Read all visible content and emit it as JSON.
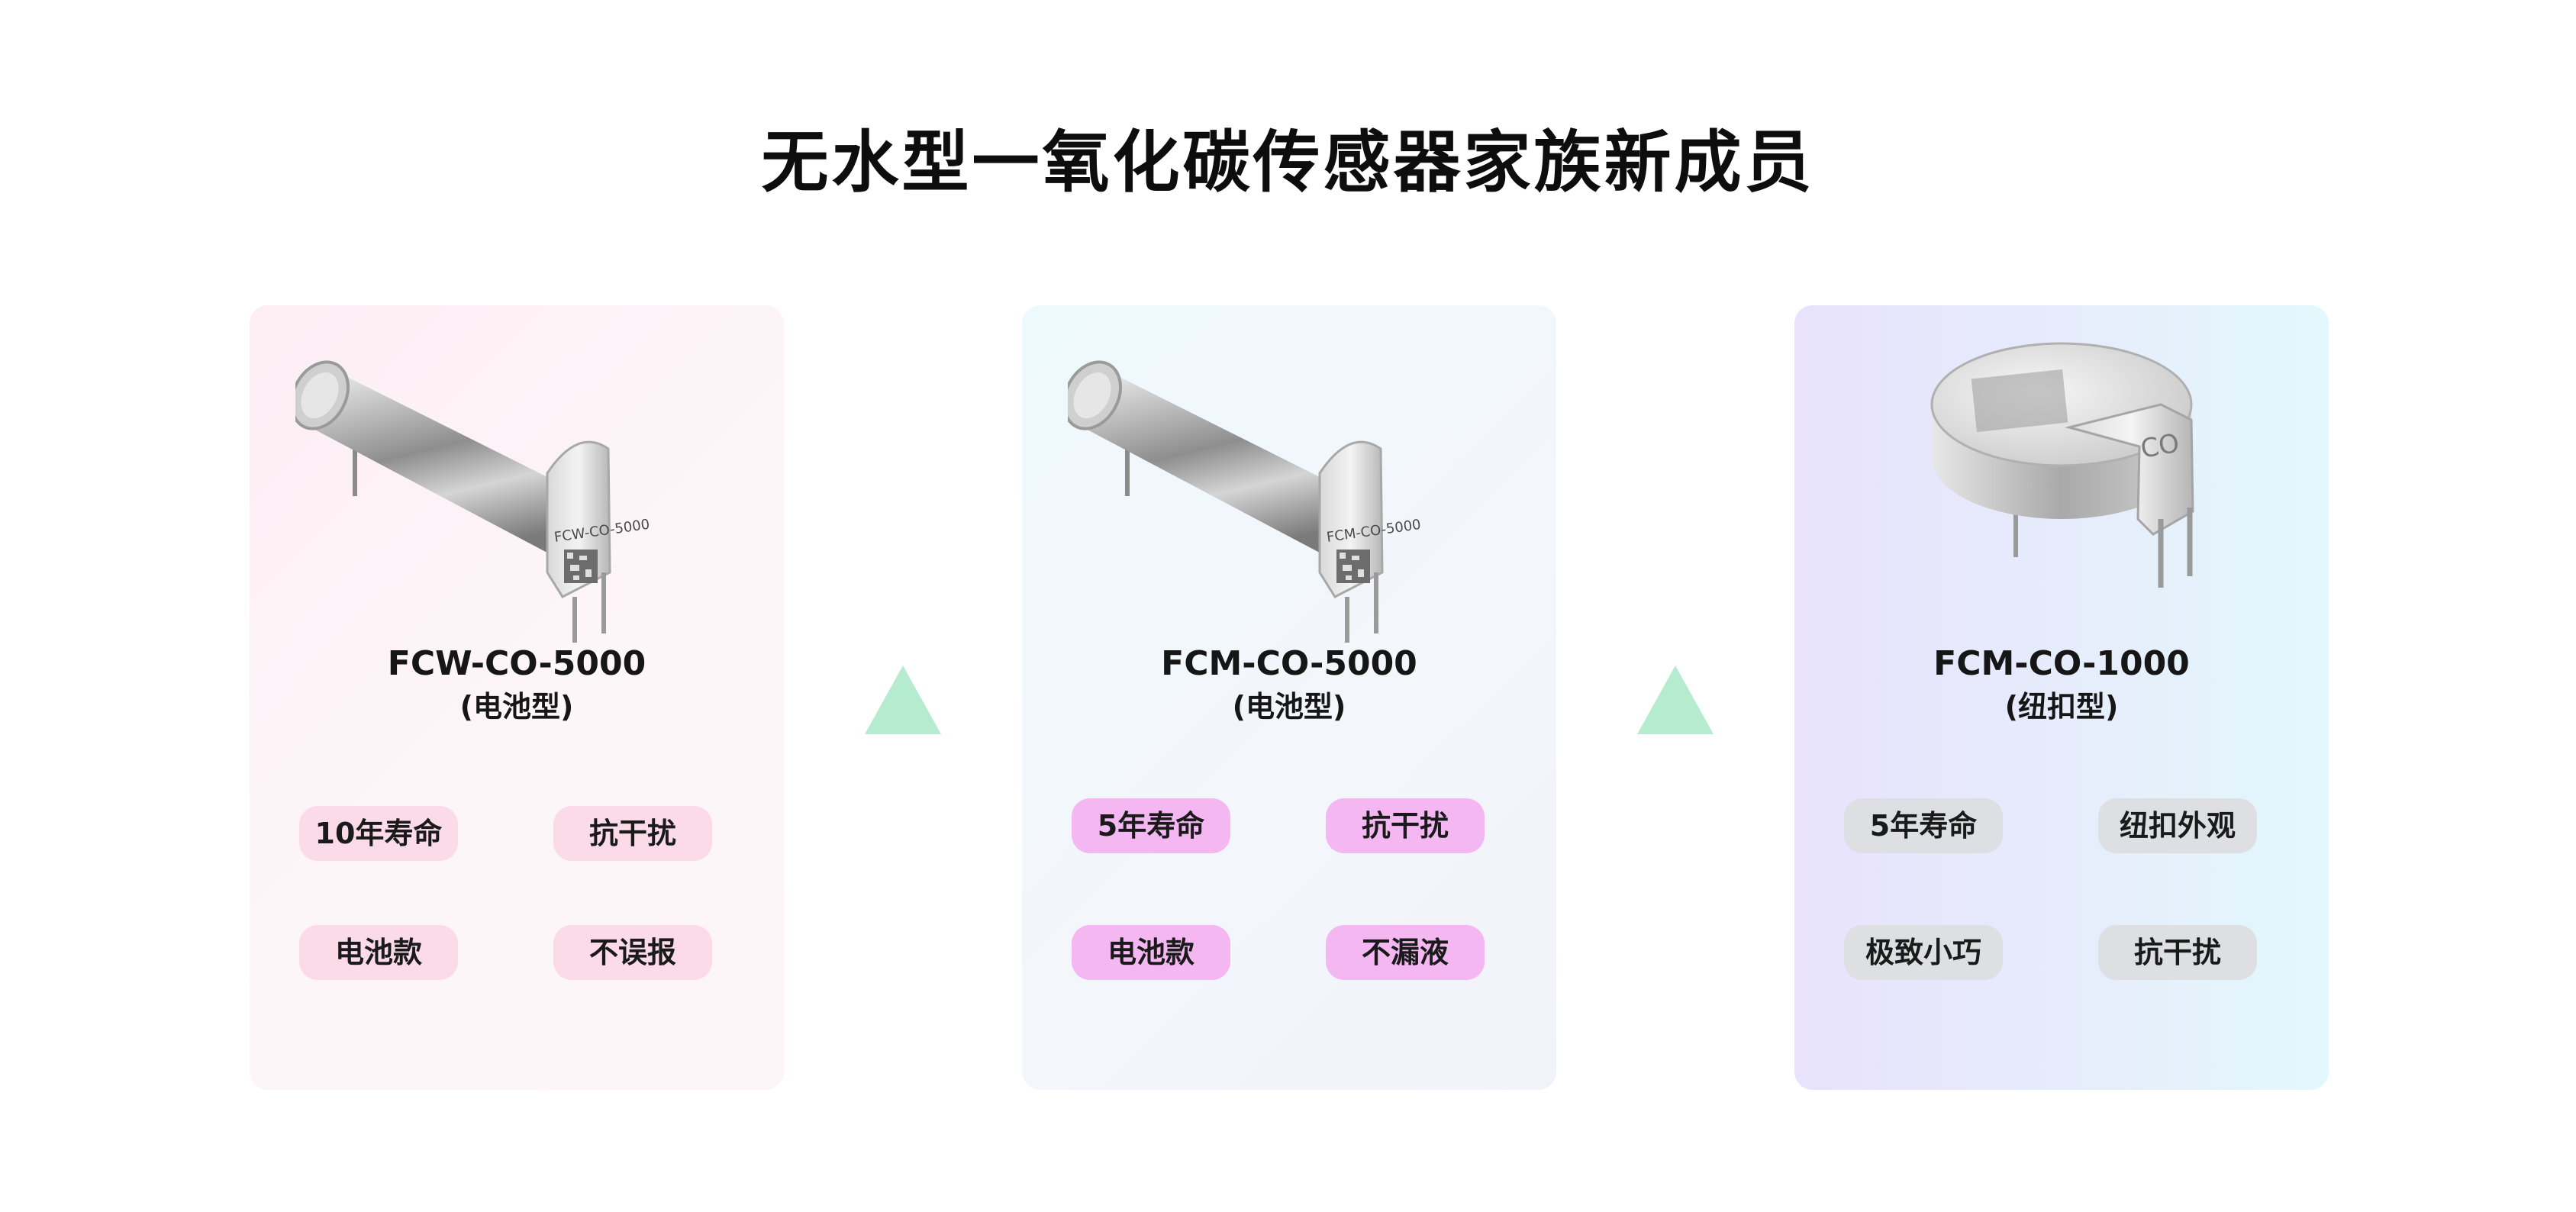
{
  "title": "无水型一氧化碳传感器家族新成员",
  "colors": {
    "arrow": "#b5ecd0",
    "tag_card1": "#fbdbe8",
    "tag_card2": "#f4b7f2",
    "tag_card3": "#dedfe2"
  },
  "cards": [
    {
      "image_icon": "cylindrical-sensor-icon",
      "image_label": "FCW-CO-5000",
      "model": "FCW-CO-5000",
      "kind": "(电池型)",
      "tags": [
        "10年寿命",
        "抗干扰",
        "电池款",
        "不误报"
      ]
    },
    {
      "image_icon": "cylindrical-sensor-icon",
      "image_label": "FCM-CO-5000",
      "model": "FCM-CO-5000",
      "kind": "(电池型)",
      "tags": [
        "5年寿命",
        "抗干扰",
        "电池款",
        "不漏液"
      ]
    },
    {
      "image_icon": "coin-cell-sensor-icon",
      "image_label": "CO",
      "model": "FCM-CO-1000",
      "kind": "(纽扣型)",
      "tags": [
        "5年寿命",
        "纽扣外观",
        "极致小巧",
        "抗干扰"
      ]
    }
  ],
  "arrows": [
    "triangle-up-icon",
    "triangle-up-icon"
  ]
}
